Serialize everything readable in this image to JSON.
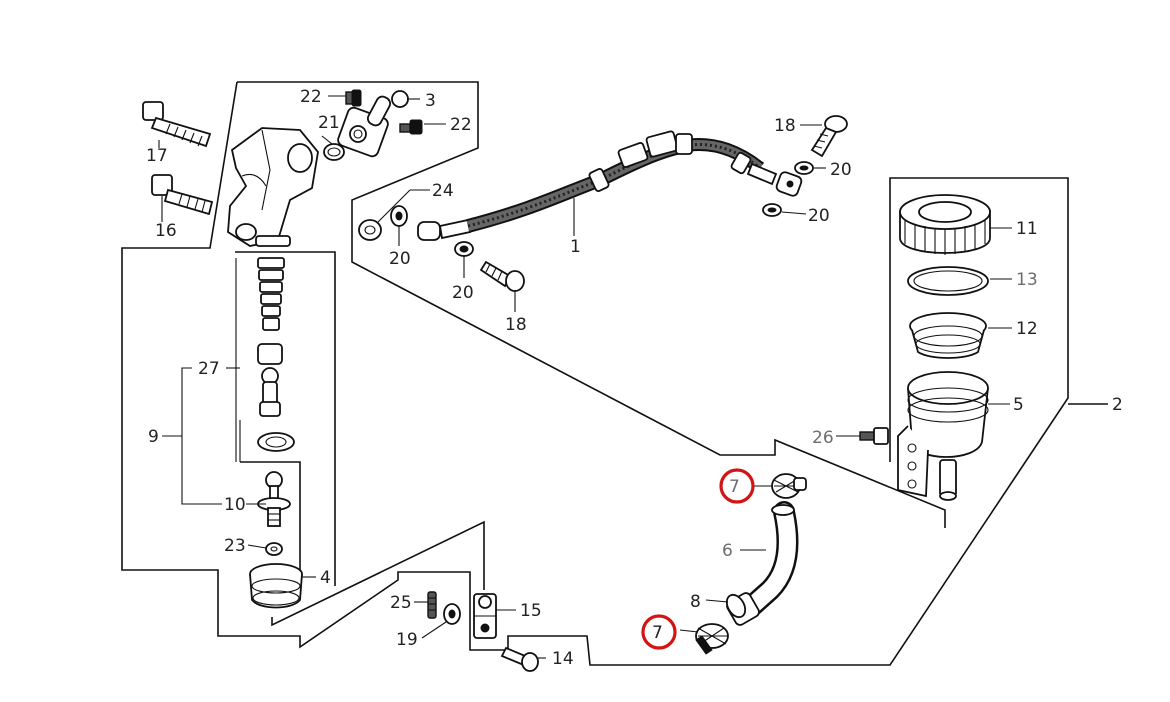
{
  "labels": {
    "p1": "1",
    "p2": "2",
    "p3": "3",
    "p4": "4",
    "p5": "5",
    "p6": "6",
    "p7a": "7",
    "p7b": "7",
    "p8": "8",
    "p9": "9",
    "p10": "10",
    "p11": "11",
    "p12": "12",
    "p13": "13",
    "p14": "14",
    "p15": "15",
    "p16": "16",
    "p17": "17",
    "p18a": "18",
    "p18b": "18",
    "p19": "19",
    "p20a": "20",
    "p20b": "20",
    "p20c": "20",
    "p20d": "20",
    "p21": "21",
    "p22a": "22",
    "p22b": "22",
    "p23": "23",
    "p24": "24",
    "p25": "25",
    "p26": "26",
    "p27": "27"
  },
  "colors": {
    "line": "#111111",
    "highlight": "#d21414",
    "grey_label": "#6d6d6d"
  },
  "highlighted_parts": [
    "7",
    "7"
  ]
}
